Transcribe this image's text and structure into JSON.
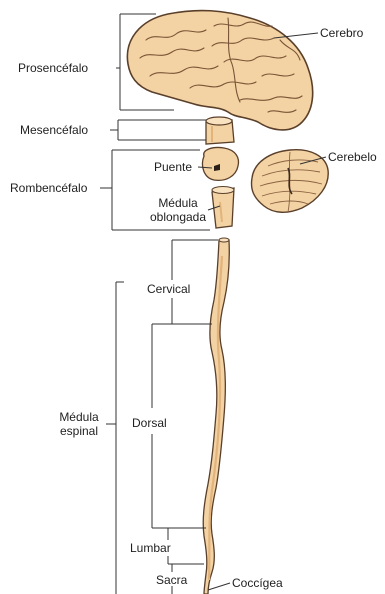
{
  "labels": {
    "prosencefalo": "Prosencéfalo",
    "mesencefalo": "Mesencéfalo",
    "rombencefalo": "Rombencéfalo",
    "cerebro": "Cerebro",
    "cerebelo": "Cerebelo",
    "puente": "Puente",
    "medula_oblongada_1": "Médula",
    "medula_oblongada_2": "oblongada",
    "medula_espinal_1": "Médula",
    "medula_espinal_2": "espinal",
    "cervical": "Cervical",
    "dorsal": "Dorsal",
    "lumbar": "Lumbar",
    "sacra": "Sacra",
    "coccigea": "Coccígea"
  },
  "colors": {
    "tissue": "#f3d2a3",
    "tissue_shade": "#e2b47c",
    "outline": "#5a3f2a",
    "leader": "#333333"
  }
}
